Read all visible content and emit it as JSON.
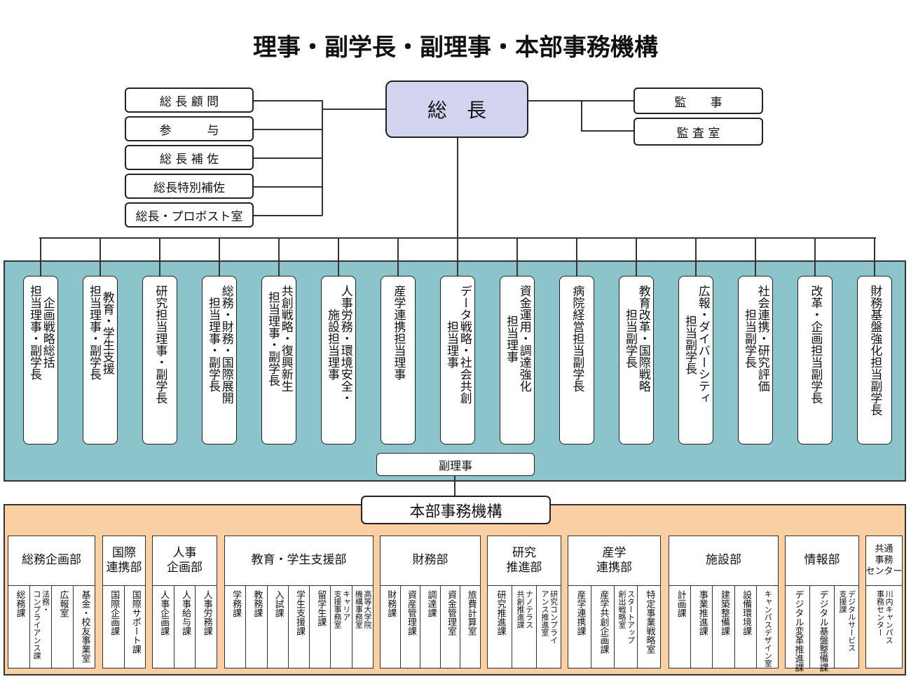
{
  "title": "理事・副学長・副理事・本部事務機構",
  "president": "総　長",
  "left_advisors": [
    "総 長 顧 問",
    "参　　　与",
    "総 長 補 佐",
    "総長特別補佐",
    "総長・プロボスト室"
  ],
  "right_audit": [
    "監　　事",
    "監 査 室"
  ],
  "executives": [
    "企画戦略総括\n担当理事・副学長",
    "教育・学生支援\n担当理事・副学長",
    "研究担当理事・副学長",
    "総務・財務・国際展開\n担当理事・副学長",
    "共創戦略・復興新生\n担当理事・副学長",
    "人事労務・環境安全・\n施設担当理事",
    "産学連携担当理事",
    "データ戦略・社会共創\n担当理事",
    "資金運用・調達強化\n担当理事",
    "病院経営担当副学長",
    "教育改革・国際戦略\n担当副学長",
    "広報・ダイバーシティ\n担当副学長",
    "社会連携・研究評価\n担当副学長",
    "改革・企画担当副学長",
    "財務基盤強化担当副学長"
  ],
  "vice_director": "副理事",
  "hq": "本部事務機構",
  "departments": [
    {
      "name": "総務企画部",
      "units": [
        "総務課",
        "法務・\nコンプライアンス課",
        "広報室",
        "基金・校友事業室"
      ]
    },
    {
      "name": "国際\n連携部",
      "units": [
        "国際企画課",
        "国際サポート課"
      ]
    },
    {
      "name": "人事\n企画部",
      "units": [
        "人事企画課",
        "人事給与課",
        "人事労務課"
      ]
    },
    {
      "name": "教育・学生支援部",
      "units": [
        "学務課",
        "教務課",
        "入試課",
        "学生支援課",
        "留学生課",
        "キャリア\n支援事務室",
        "高等大学院\n機構事務室"
      ]
    },
    {
      "name": "財務部",
      "units": [
        "財務課",
        "資産管理課",
        "調達課",
        "資金管理室",
        "旅費計算室"
      ]
    },
    {
      "name": "研究\n推進部",
      "units": [
        "研究推進課",
        "ナノテラス\n共創推進課",
        "研究コンプライ\nアンス推進室"
      ]
    },
    {
      "name": "産学\n連携部",
      "units": [
        "産学連携課",
        "産学共創企画課",
        "スタートアップ\n創出戦略室",
        "特定事業戦略室"
      ]
    },
    {
      "name": "施設部",
      "units": [
        "計画課",
        "事業推進課",
        "建築整備課",
        "設備環境課",
        "キャンパスデザイン室"
      ]
    },
    {
      "name": "情報部",
      "units": [
        "デジタル変革推進課",
        "デジタル基盤整備課",
        "デジタルサービス\n支援課"
      ]
    },
    {
      "name": "共通\n事務\nセンター",
      "units": [
        "川内キャンパス\n事務センター"
      ]
    }
  ],
  "colors": {
    "exec_bg": "#8cc4cb",
    "hq_bg": "#fad0a2",
    "president_bg": "#d3d4ef"
  }
}
